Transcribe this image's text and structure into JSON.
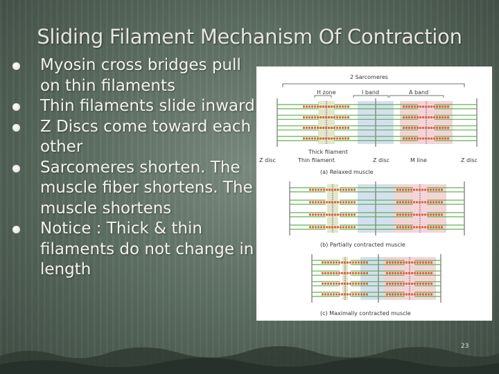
{
  "slide": {
    "title": "Sliding Filament Mechanism Of Contraction",
    "bullets": [
      "Myosin cross bridges pull on thin filaments",
      "Thin filaments slide inward",
      "Z Discs come toward each other",
      "Sarcomeres shorten. The muscle fiber shortens. The muscle shortens",
      "Notice : Thick & thin filaments do not change in length"
    ],
    "page_number": "23"
  },
  "figure": {
    "header": "2 Sarcomeres",
    "labels": {
      "h_zone": "H zone",
      "i_band": "I band",
      "a_band": "A band",
      "thick_filament": "Thick filament",
      "z_disc_left": "Z disc",
      "thin_filament": "Thin filament",
      "z_disc_mid": "Z disc",
      "m_line": "M line",
      "z_disc_right": "Z disc"
    },
    "captions": {
      "a": "(a) Relaxed muscle",
      "b": "(b) Partially contracted muscle",
      "c": "(c) Maximally contracted muscle"
    },
    "colors": {
      "h_zone": "#dfe8c8",
      "i_band": "#cfdcf0",
      "a_band": "#f2d0d4",
      "thick_filament": "#d9663a",
      "thin_filament": "#5fb04c",
      "z_disc": "#8a8a8a",
      "m_line": "#9a78b0"
    }
  }
}
